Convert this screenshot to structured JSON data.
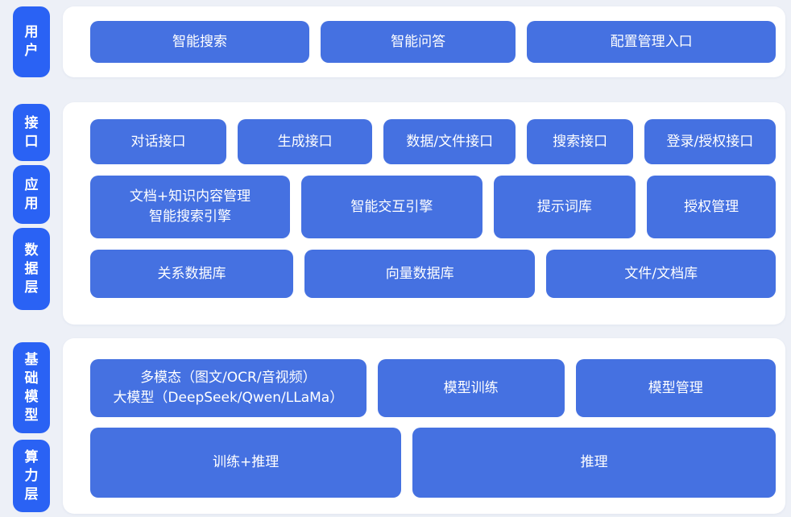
{
  "colors": {
    "page_bg": "#edf0f7",
    "panel_bg": "#ffffff",
    "pill_blue": "#2a62f4",
    "button_blue": "#4571e1",
    "node_text": "#ffffff"
  },
  "groups": [
    {
      "rails": [
        {
          "label": "用户"
        }
      ],
      "rows": [
        {
          "buttons": [
            {
              "label": "智能搜索"
            },
            {
              "label": "智能问答"
            },
            {
              "label": "配置管理入口"
            }
          ]
        }
      ]
    },
    {
      "rails": [
        {
          "label": "接口"
        },
        {
          "label": "应用"
        },
        {
          "label": "数据层"
        }
      ],
      "rows": [
        {
          "buttons": [
            {
              "label": "对话接口"
            },
            {
              "label": "生成接口"
            },
            {
              "label": "数据/文件接口"
            },
            {
              "label": "搜索接口"
            },
            {
              "label": "登录/授权接口"
            }
          ]
        },
        {
          "buttons": [
            {
              "label": "文档+知识内容管理\n智能搜索引擎"
            },
            {
              "label": "智能交互引擎"
            },
            {
              "label": "提示词库"
            },
            {
              "label": "授权管理"
            }
          ]
        },
        {
          "buttons": [
            {
              "label": "关系数据库"
            },
            {
              "label": "向量数据库"
            },
            {
              "label": "文件/文档库"
            }
          ]
        }
      ]
    },
    {
      "rails": [
        {
          "label": "基础模型"
        },
        {
          "label": "算力层"
        }
      ],
      "rows": [
        {
          "buttons": [
            {
              "label": "多模态（图文/OCR/音视频）\n大模型（DeepSeek/Qwen/LLaMa）"
            },
            {
              "label": "模型训练"
            },
            {
              "label": "模型管理"
            }
          ]
        },
        {
          "buttons": [
            {
              "label": "训练+推理"
            },
            {
              "label": "推理"
            }
          ]
        }
      ]
    }
  ]
}
